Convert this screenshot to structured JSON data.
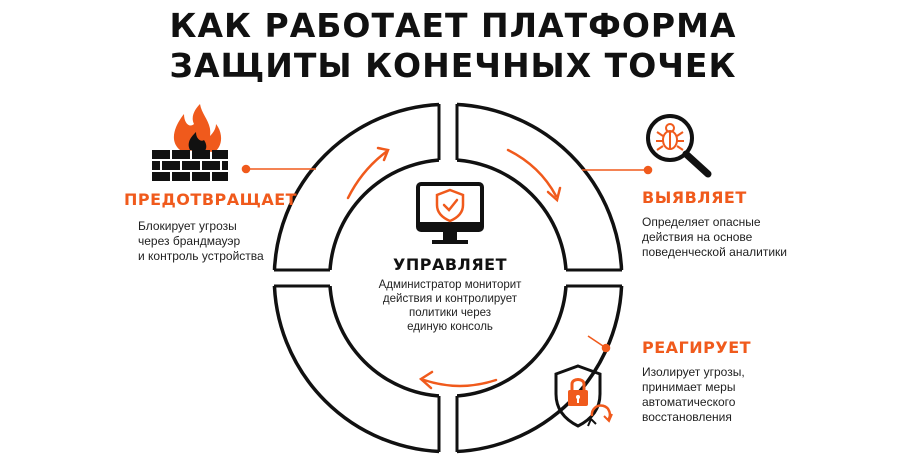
{
  "title": {
    "line1": "КАК РАБОТАЕТ ПЛАТФОРМА",
    "line2": "ЗАЩИТЫ КОНЕЧНЫХ ТОЧЕК"
  },
  "center": {
    "heading": "УПРАВЛЯЕТ",
    "lines": [
      "Администратор мониторит",
      "действия и контролирует",
      "политики через",
      "единую консоль"
    ],
    "icon": "monitor-shield-check-icon"
  },
  "prevent": {
    "heading": "ПРЕДОТВРАЩАЕТ",
    "lines": [
      "Блокирует угрозы",
      "через брандмауэр",
      "и контроль устройства"
    ],
    "icon": "firewall-icon"
  },
  "detect": {
    "heading": "ВЫЯВЛЯЕТ",
    "lines": [
      "Определяет опасные",
      "действия на основе",
      "поведенческой аналитики"
    ],
    "icon": "bug-magnifier-icon"
  },
  "respond": {
    "heading": "РЕАГИРУЕТ",
    "lines": [
      "Изолирует угрозы,",
      "принимает меры",
      "автоматического",
      "восстановления"
    ],
    "icon": "shield-lock-icon"
  },
  "colors": {
    "accent": "#f05a1c",
    "ring": "#111111",
    "text": "#222222"
  }
}
